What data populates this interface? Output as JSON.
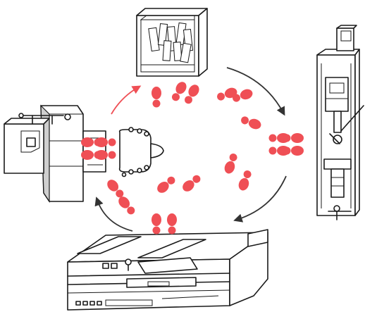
{
  "diagram": {
    "colors": {
      "footprint": "#ef4f55",
      "ink": "#1a1a1a",
      "arrow_active": "#ef4f55",
      "arrow_idle": "#333333",
      "background": "#ffffff"
    },
    "stations": [
      {
        "id": "storage-rack",
        "icon": "shelf-cabinet-icon"
      },
      {
        "id": "vertical-drill",
        "icon": "drill-press-icon"
      },
      {
        "id": "lathe",
        "icon": "lathe-machine-icon"
      },
      {
        "id": "milling-machine",
        "icon": "milling-machine-icon"
      },
      {
        "id": "operator",
        "icon": "operator-top-view-icon"
      }
    ],
    "flow_arrows": [
      {
        "from": "operator",
        "to": "storage-rack",
        "style": "active"
      },
      {
        "from": "storage-rack",
        "to": "vertical-drill",
        "style": "idle"
      },
      {
        "from": "vertical-drill",
        "to": "lathe",
        "style": "idle"
      },
      {
        "from": "lathe",
        "to": "milling-machine",
        "style": "idle"
      }
    ],
    "footprint_trails": 6
  }
}
